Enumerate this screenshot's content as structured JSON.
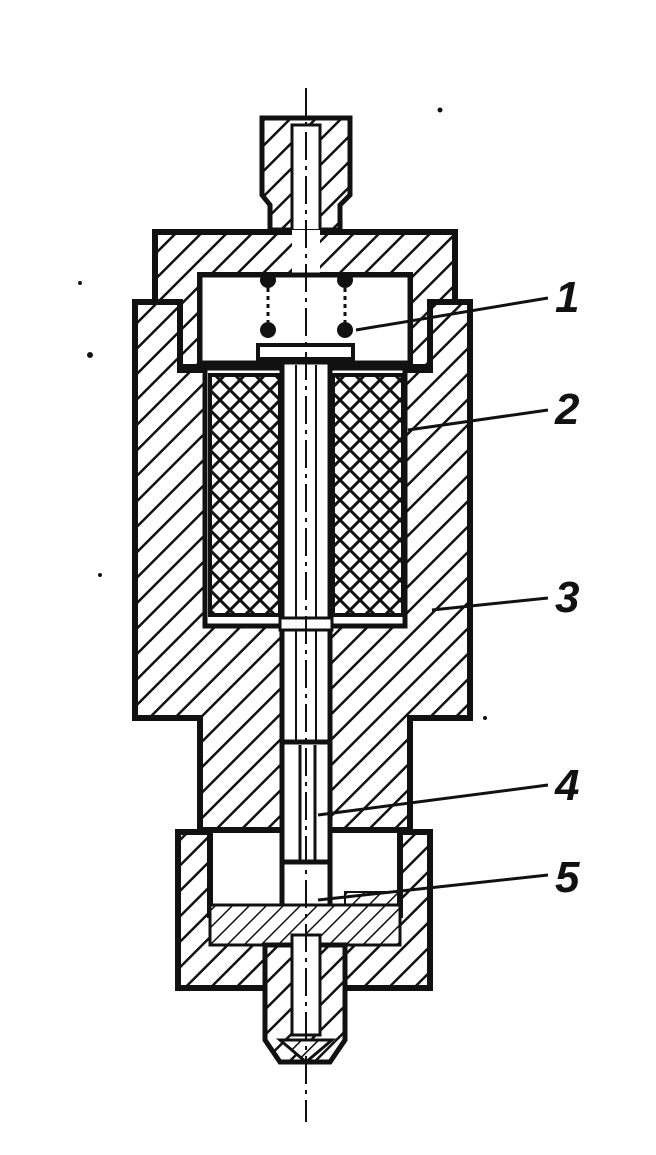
{
  "figure": {
    "description_labels": [
      "1",
      "2",
      "3",
      "4",
      "5"
    ]
  },
  "labels": {
    "l1": "1",
    "l2": "2",
    "l3": "3",
    "l4": "4",
    "l5": "5"
  },
  "colors": {
    "ink": "#111111",
    "paper": "#ffffff"
  }
}
